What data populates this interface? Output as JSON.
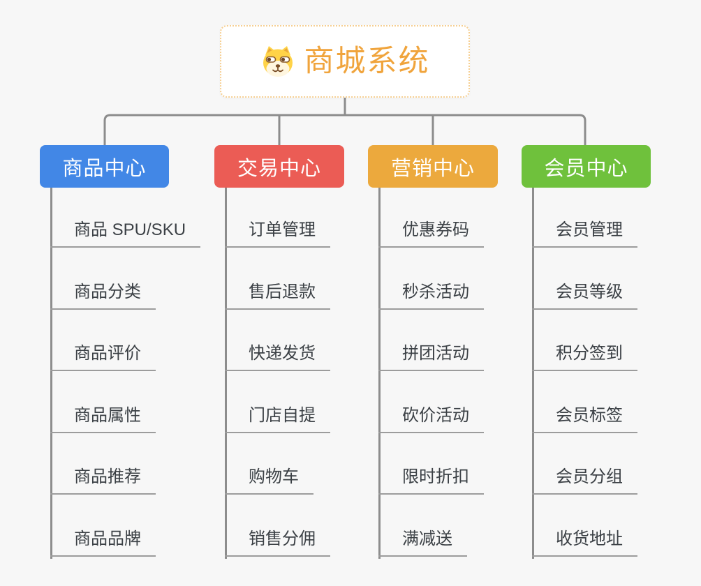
{
  "page": {
    "background": "#F7F7F7",
    "connector_color": "#8C8C8C"
  },
  "root": {
    "title": "商城系统",
    "icon": "dog-icon",
    "text_color": "#F0A43C",
    "border_color": "#F6CF92"
  },
  "branches": [
    {
      "label": "商品中心",
      "color": "#4287E6",
      "items": [
        "商品 SPU/SKU",
        "商品分类",
        "商品评价",
        "商品属性",
        "商品推荐",
        "商品品牌"
      ]
    },
    {
      "label": "交易中心",
      "color": "#EB5C55",
      "items": [
        "订单管理",
        "售后退款",
        "快递发货",
        "门店自提",
        "购物车",
        "销售分佣"
      ]
    },
    {
      "label": "营销中心",
      "color": "#ECA93D",
      "items": [
        "优惠券码",
        "秒杀活动",
        "拼团活动",
        "砍价活动",
        "限时折扣",
        "满减送"
      ]
    },
    {
      "label": "会员中心",
      "color": "#6FC13C",
      "items": [
        "会员管理",
        "会员等级",
        "积分签到",
        "会员标签",
        "会员分组",
        "收货地址"
      ]
    }
  ]
}
